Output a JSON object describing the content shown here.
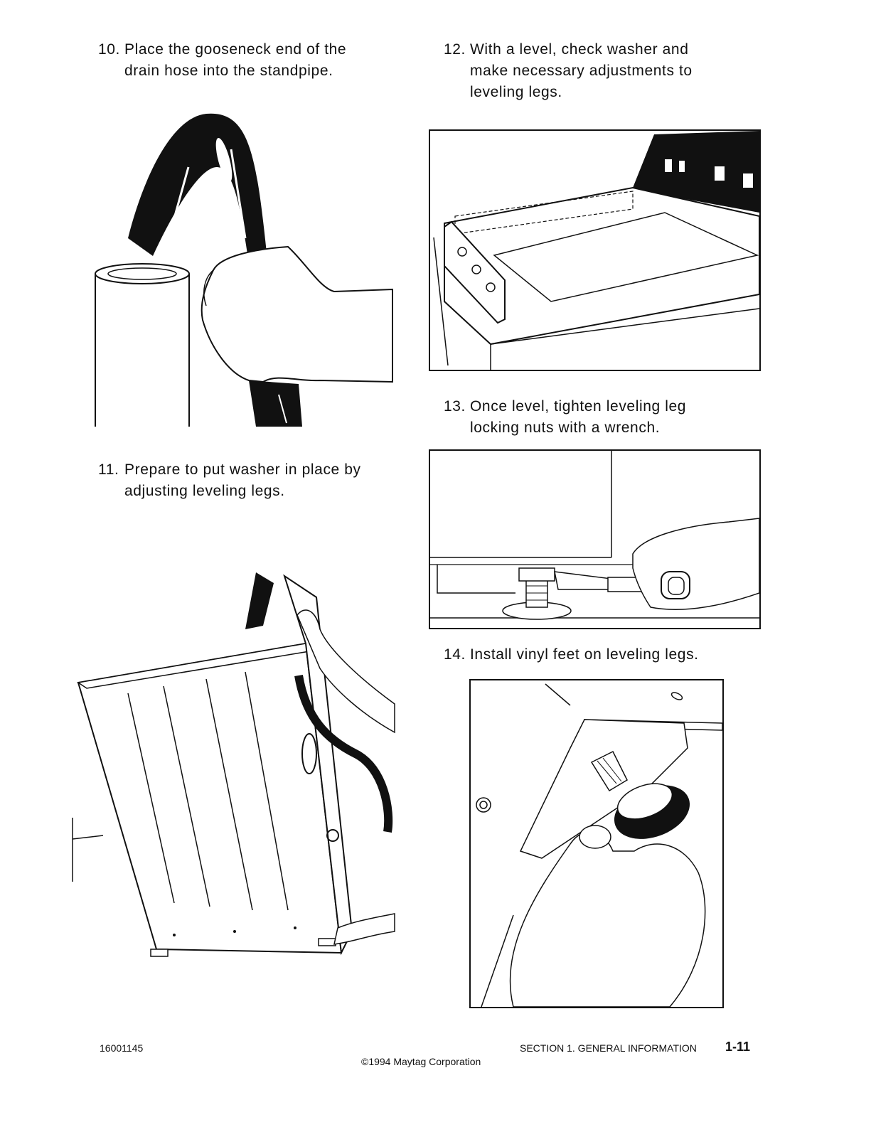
{
  "steps": [
    {
      "num": "10.",
      "lines": [
        "Place the gooseneck end of the",
        "drain hose into the standpipe."
      ]
    },
    {
      "num": "11.",
      "lines": [
        "Prepare to put washer in place by",
        "adjusting leveling legs."
      ]
    },
    {
      "num": "12.",
      "lines": [
        "With a level, check washer and",
        "make necessary adjustments to",
        "leveling legs."
      ]
    },
    {
      "num": "13.",
      "lines": [
        "Once level, tighten leveling leg",
        "locking nuts with a wrench."
      ]
    },
    {
      "num": "14.",
      "lines": [
        "Install vinyl feet on leveling legs."
      ]
    }
  ],
  "footer": {
    "doc_number": "16001145",
    "copyright": "©1994 Maytag Corporation",
    "section": "SECTION 1.  GENERAL INFORMATION",
    "page": "1-11"
  }
}
